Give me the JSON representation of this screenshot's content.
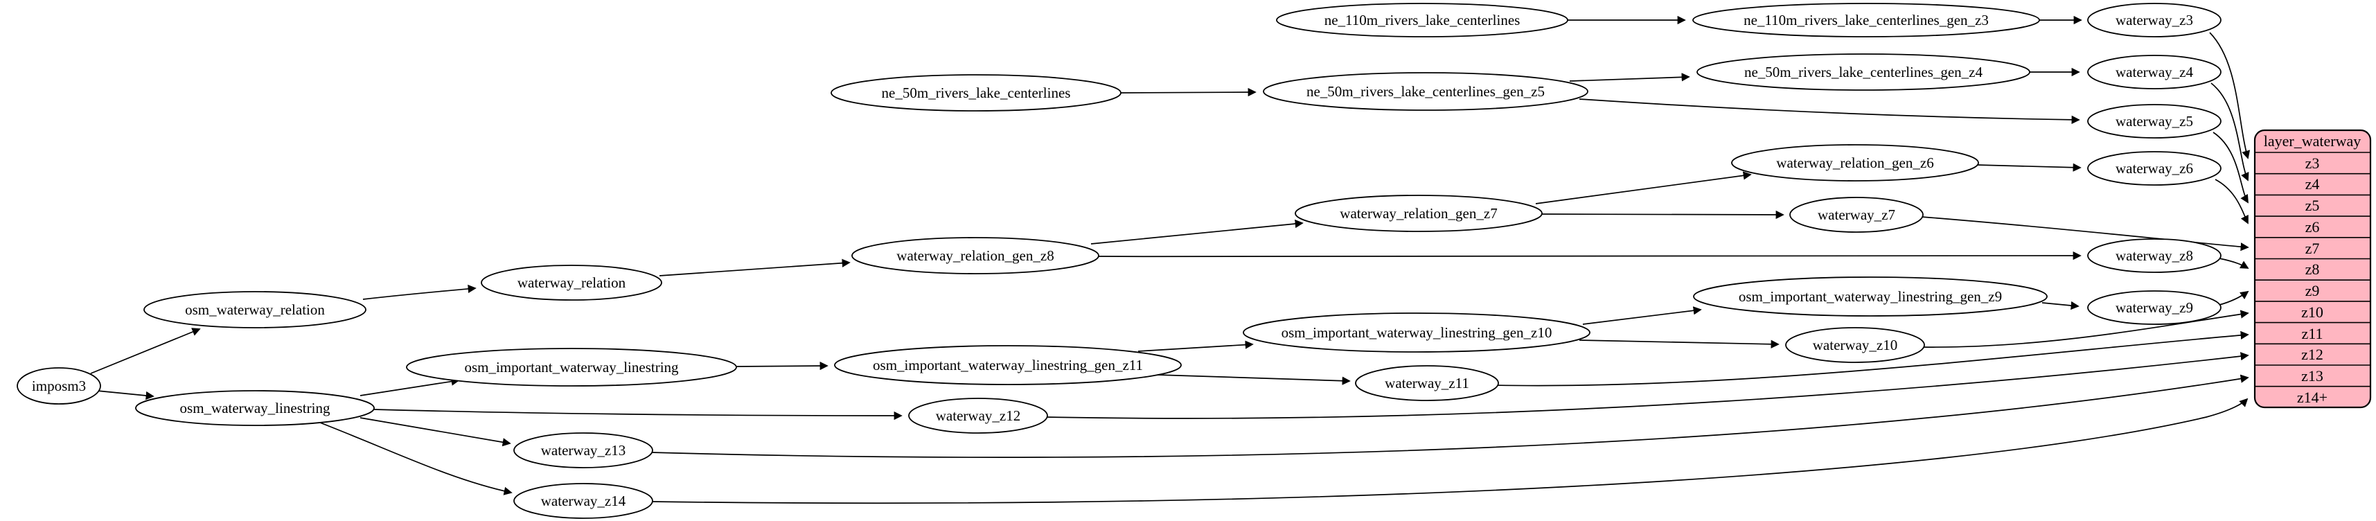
{
  "diagram": {
    "nodes": {
      "imposm3": "imposm3",
      "osm_waterway_relation": "osm_waterway_relation",
      "osm_waterway_linestring": "osm_waterway_linestring",
      "waterway_relation": "waterway_relation",
      "osm_important_waterway_linestring": "osm_important_waterway_linestring",
      "waterway_relation_gen_z8": "waterway_relation_gen_z8",
      "waterway_relation_gen_z7": "waterway_relation_gen_z7",
      "waterway_relation_gen_z6": "waterway_relation_gen_z6",
      "osm_important_waterway_linestring_gen_z11": "osm_important_waterway_linestring_gen_z11",
      "osm_important_waterway_linestring_gen_z10": "osm_important_waterway_linestring_gen_z10",
      "osm_important_waterway_linestring_gen_z9": "osm_important_waterway_linestring_gen_z9",
      "ne_110m_rivers_lake_centerlines": "ne_110m_rivers_lake_centerlines",
      "ne_110m_rivers_lake_centerlines_gen_z3": "ne_110m_rivers_lake_centerlines_gen_z3",
      "ne_50m_rivers_lake_centerlines": "ne_50m_rivers_lake_centerlines",
      "ne_50m_rivers_lake_centerlines_gen_z5": "ne_50m_rivers_lake_centerlines_gen_z5",
      "ne_50m_rivers_lake_centerlines_gen_z4": "ne_50m_rivers_lake_centerlines_gen_z4",
      "waterway_z3": "waterway_z3",
      "waterway_z4": "waterway_z4",
      "waterway_z5": "waterway_z5",
      "waterway_z6": "waterway_z6",
      "waterway_z7": "waterway_z7",
      "waterway_z8": "waterway_z8",
      "waterway_z9": "waterway_z9",
      "waterway_z10": "waterway_z10",
      "waterway_z11": "waterway_z11",
      "waterway_z12": "waterway_z12",
      "waterway_z13": "waterway_z13",
      "waterway_z14": "waterway_z14"
    },
    "table": {
      "title": "layer_waterway",
      "rows": [
        "z3",
        "z4",
        "z5",
        "z6",
        "z7",
        "z8",
        "z9",
        "z10",
        "z11",
        "z12",
        "z13",
        "z14+"
      ]
    },
    "colors": {
      "table_fill": "#ffb6c1",
      "node_fill": "#ffffff",
      "stroke": "#000000",
      "background": "#ffffff"
    }
  }
}
